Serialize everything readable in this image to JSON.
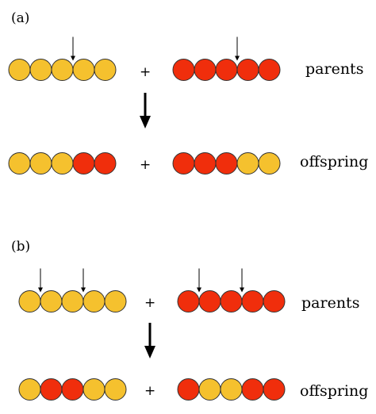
{
  "colors": {
    "yellow": "#F5C12E",
    "red": "#F02E0C",
    "outline": "#333333",
    "arrow": "#000000"
  },
  "panels": [
    {
      "label": "(a)",
      "plus": "+",
      "rows": [
        {
          "label": "parents",
          "left": [
            "yellow",
            "yellow",
            "yellow",
            "yellow",
            "yellow"
          ],
          "right": [
            "red",
            "red",
            "red",
            "red",
            "red"
          ],
          "cut_points_left": [
            3
          ],
          "cut_points_right": [
            3
          ]
        },
        {
          "label": "offspring",
          "left": [
            "yellow",
            "yellow",
            "yellow",
            "red",
            "red"
          ],
          "right": [
            "red",
            "red",
            "red",
            "yellow",
            "yellow"
          ],
          "cut_points_left": [],
          "cut_points_right": []
        }
      ]
    },
    {
      "label": "(b)",
      "plus": "+",
      "rows": [
        {
          "label": "parents",
          "left": [
            "yellow",
            "yellow",
            "yellow",
            "yellow",
            "yellow"
          ],
          "right": [
            "red",
            "red",
            "red",
            "red",
            "red"
          ],
          "cut_points_left": [
            1,
            3
          ],
          "cut_points_right": [
            1,
            3
          ]
        },
        {
          "label": "offspring",
          "left": [
            "yellow",
            "red",
            "red",
            "yellow",
            "yellow"
          ],
          "right": [
            "red",
            "yellow",
            "yellow",
            "red",
            "red"
          ],
          "cut_points_left": [],
          "cut_points_right": []
        }
      ]
    }
  ]
}
